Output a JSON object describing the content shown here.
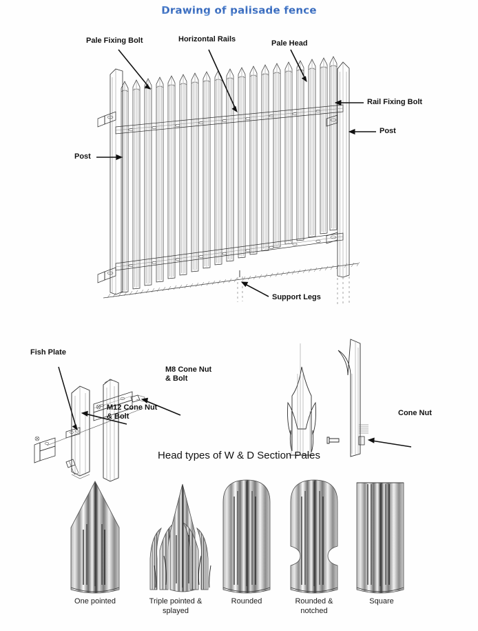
{
  "title": "Drawing of palisade fence",
  "fence_diagram": {
    "labels": [
      {
        "id": "pale-fixing-bolt",
        "text": "Pale Fixing Bolt"
      },
      {
        "id": "horizontal-rails",
        "text": "Horizontal Rails"
      },
      {
        "id": "pale-head",
        "text": "Pale Head"
      },
      {
        "id": "rail-fixing-bolt",
        "text": "Rail Fixing Bolt"
      },
      {
        "id": "post-right",
        "text": "Post"
      },
      {
        "id": "post-left",
        "text": "Post"
      },
      {
        "id": "support-legs",
        "text": "Support Legs"
      }
    ]
  },
  "fittings_diagram": {
    "labels": [
      {
        "id": "fish-plate",
        "text": "Fish Plate"
      },
      {
        "id": "m8-cone-nut-bolt",
        "text": "M8 Cone Nut\n& Bolt"
      },
      {
        "id": "m12-cone-nut-bolt",
        "text": "M12 Cone Nut\n& Bolt"
      },
      {
        "id": "cone-nut",
        "text": "Cone Nut"
      }
    ]
  },
  "head_types": {
    "heading": "Head types of  W & D Section Pales",
    "items": [
      {
        "id": "one-pointed",
        "caption": "One pointed"
      },
      {
        "id": "triple-pointed-splayed",
        "caption": "Triple pointed &\nsplayed"
      },
      {
        "id": "rounded",
        "caption": "Rounded"
      },
      {
        "id": "rounded-notched",
        "caption": "Rounded &\nnotched"
      },
      {
        "id": "square",
        "caption": "Square"
      }
    ]
  },
  "colors": {
    "title_blue": "#2f62b8",
    "line": "#2b2b2b",
    "metal_light": "#f2f2f2",
    "metal_mid": "#9a9a9a",
    "metal_dark": "#4d4d4d",
    "background": "#ffffff"
  }
}
